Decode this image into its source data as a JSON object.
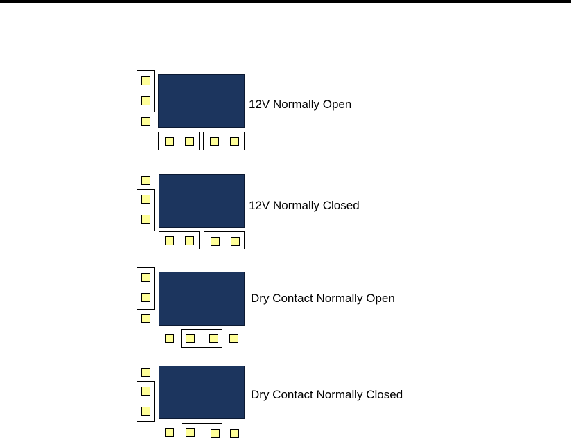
{
  "colors": {
    "relay_body": "#1c355e",
    "pin_fill": "#ffff99",
    "outline": "#000000",
    "background": "#ffffff"
  },
  "configurations": [
    {
      "label": "12V Normally Open"
    },
    {
      "label": "12V Normally Closed"
    },
    {
      "label": "Dry Contact Normally Open"
    },
    {
      "label": "Dry Contact Normally Closed"
    }
  ]
}
